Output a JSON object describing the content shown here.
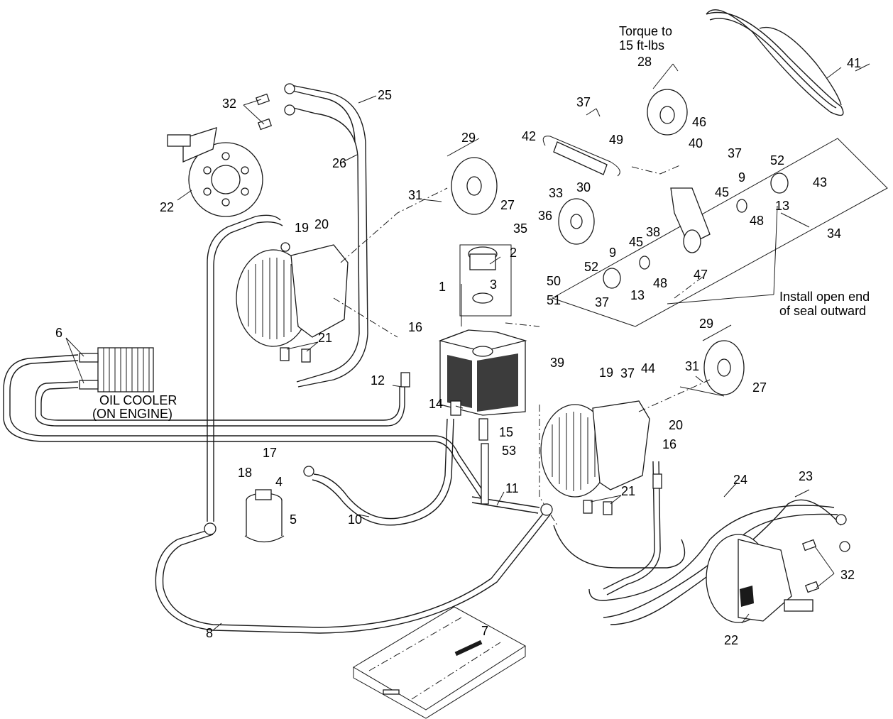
{
  "callouts": {
    "c1": "1",
    "c2": "2",
    "c3": "3",
    "c4": "4",
    "c5": "5",
    "c6": "6",
    "c7": "7",
    "c8": "8",
    "c9a": "9",
    "c9b": "9",
    "c10": "10",
    "c11": "11",
    "c12": "12",
    "c13a": "13",
    "c13b": "13",
    "c14": "14",
    "c15": "15",
    "c16a": "16",
    "c16b": "16",
    "c17": "17",
    "c18": "18",
    "c19a": "19",
    "c19b": "19",
    "c20a": "20",
    "c20b": "20",
    "c21a": "21",
    "c21b": "21",
    "c22a": "22",
    "c22b": "22",
    "c23": "23",
    "c24": "24",
    "c25": "25",
    "c26": "26",
    "c27a": "27",
    "c27b": "27",
    "c28": "28",
    "c29a": "29",
    "c29b": "29",
    "c30": "30",
    "c31a": "31",
    "c31b": "31",
    "c32a": "32",
    "c32b": "32",
    "c33": "33",
    "c34": "34",
    "c35": "35",
    "c36": "36",
    "c37a": "37",
    "c37b": "37",
    "c37c": "37",
    "c37d": "37",
    "c38": "38",
    "c39": "39",
    "c40": "40",
    "c41": "41",
    "c42": "42",
    "c43": "43",
    "c44": "44",
    "c45a": "45",
    "c45b": "45",
    "c46": "46",
    "c47": "47",
    "c48a": "48",
    "c48b": "48",
    "c49": "49",
    "c50": "50",
    "c51": "51",
    "c52a": "52",
    "c52b": "52",
    "c53": "53"
  },
  "notes": {
    "torque_line1": "Torque to",
    "torque_line2": "15 ft-lbs",
    "seal_line1": "Install open end",
    "seal_line2": "of seal outward",
    "cooler_line1": "OIL COOLER",
    "cooler_line2": "(ON ENGINE)"
  }
}
